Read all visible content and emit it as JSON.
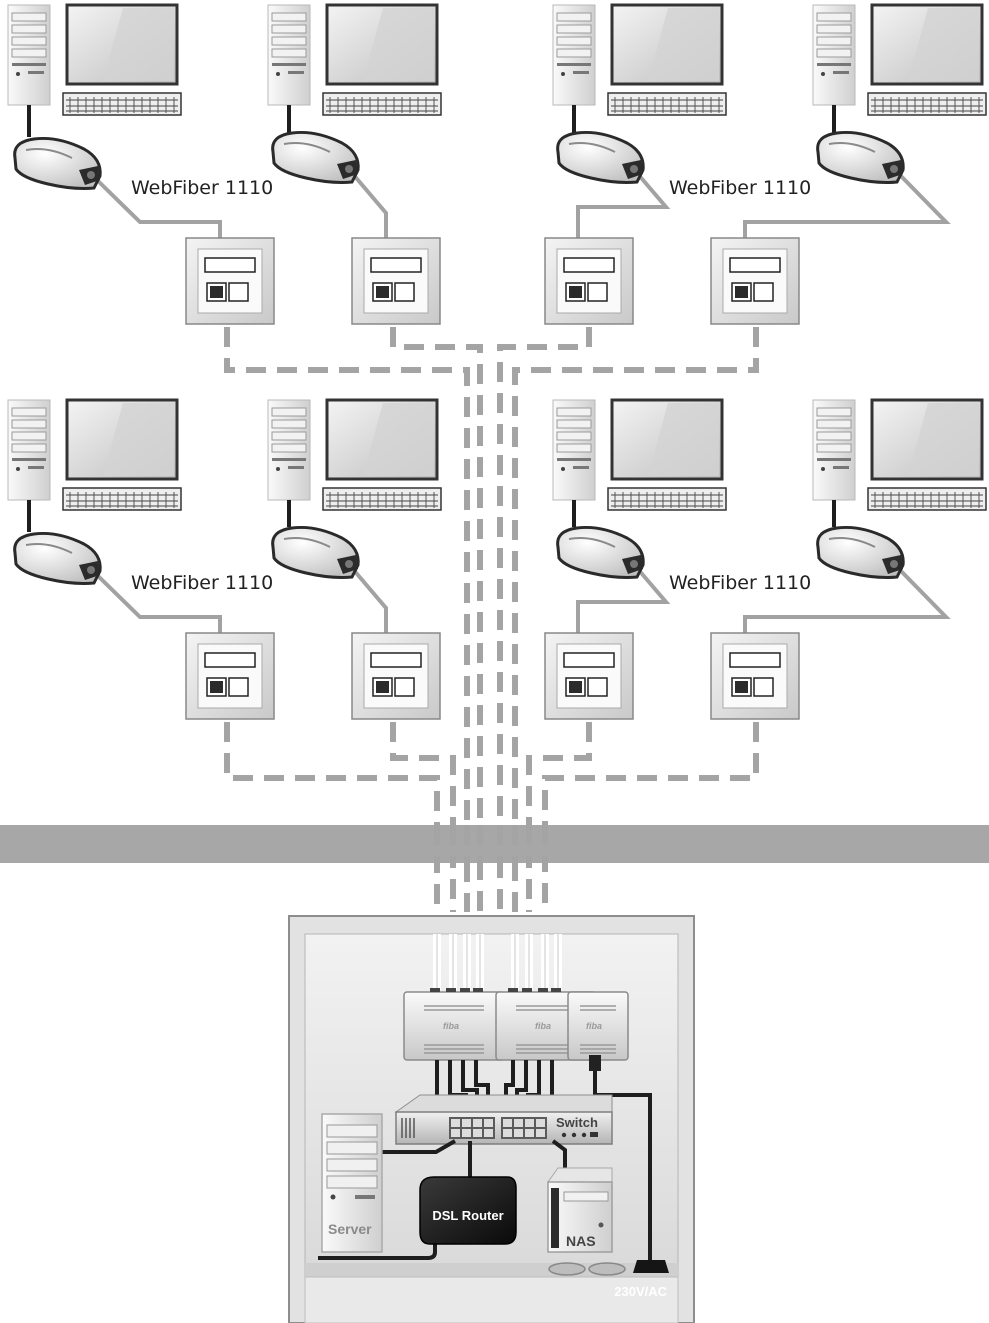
{
  "labels": {
    "device_top_left": "WebFiber 1110",
    "device_top_right": "WebFiber 1110",
    "device_mid_left": "WebFiber 1110",
    "device_mid_right": "WebFiber 1110"
  },
  "cabinet": {
    "switch_label": "Switch",
    "server_label": "Server",
    "router_label": "DSL Router",
    "nas_label": "NAS",
    "power_label": "230V/AC",
    "fiber_module_brand": "fiba"
  },
  "colors": {
    "cable_gray": "#a4a4a4",
    "wall_band": "#a7a7a7",
    "cabinet_frame": "#e0e0e0",
    "router_body": "#151515"
  }
}
